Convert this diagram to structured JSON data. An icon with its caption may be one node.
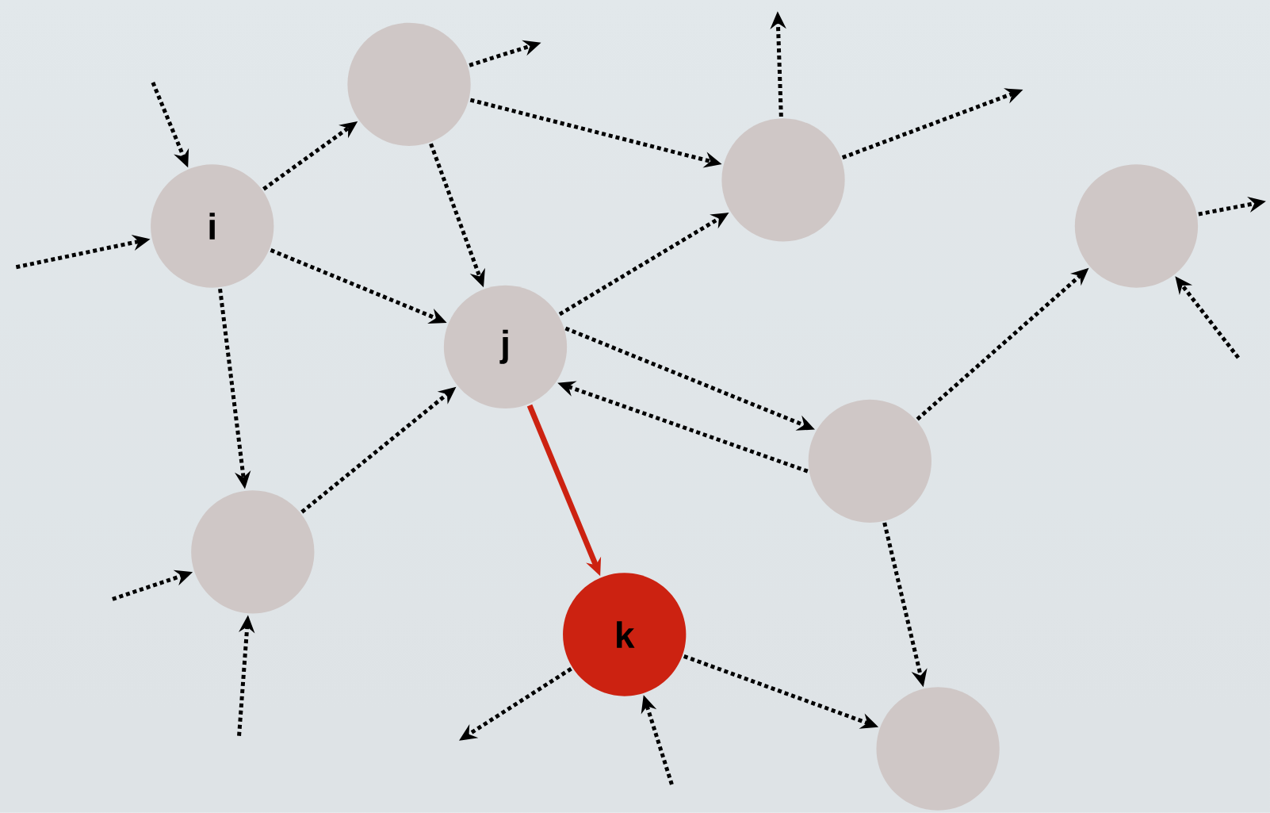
{
  "diagram": {
    "nodes": [
      {
        "text": [],
        "shape": "circle"
      },
      {
        "text": [],
        "shape": "circle"
      },
      {
        "text": [
          "i"
        ]
      },
      {
        "text": [],
        "shape": "circle"
      },
      {
        "text": [
          "j"
        ]
      },
      {
        "text": [],
        "shape": "circle"
      },
      {
        "text": [],
        "shape": "circle"
      },
      {
        "text": [
          "k"
        ]
      },
      {
        "text": [],
        "shape": "circle"
      }
    ],
    "edges": [
      {
        "from": null,
        "to": 2,
        "arrow": "to",
        "style": "dashed"
      },
      {
        "from": null,
        "to": 2,
        "arrow": "to",
        "style": "dashed"
      },
      {
        "from": 2,
        "to": 0,
        "arrow": "to",
        "style": "dashed"
      },
      {
        "from": 2,
        "to": 4,
        "arrow": "to",
        "style": "dashed"
      },
      {
        "from": 2,
        "to": 6,
        "arrow": "to",
        "style": "dashed"
      },
      {
        "from": 0,
        "to": null,
        "arrow": "to",
        "style": "dashed"
      },
      {
        "from": 0,
        "to": 1,
        "arrow": "to",
        "style": "dashed"
      },
      {
        "from": 0,
        "to": 4,
        "arrow": "to",
        "style": "dashed"
      },
      {
        "from": 1,
        "to": null,
        "arrow": "to",
        "style": "dashed"
      },
      {
        "from": 1,
        "to": null,
        "arrow": "to",
        "style": "dashed"
      },
      {
        "from": 4,
        "to": 1,
        "arrow": "to",
        "style": "dashed"
      },
      {
        "from": 4,
        "to": 5,
        "arrow": "to",
        "style": "dashed"
      },
      {
        "from": 5,
        "to": 4,
        "arrow": "to",
        "style": "dashed"
      },
      {
        "from": 5,
        "to": 3,
        "arrow": "to",
        "style": "dashed"
      },
      {
        "from": 3,
        "to": null,
        "arrow": "to",
        "style": "dashed"
      },
      {
        "from": null,
        "to": 3,
        "arrow": "to",
        "style": "dashed"
      },
      {
        "from": 6,
        "to": 4,
        "arrow": "to",
        "style": "dashed"
      },
      {
        "from": null,
        "to": 6,
        "arrow": "to",
        "style": "dashed"
      },
      {
        "from": null,
        "to": 6,
        "arrow": "to",
        "style": "dashed"
      },
      {
        "from": 4,
        "to": 7,
        "arrow": "to",
        "color": "#cc2211"
      },
      {
        "from": 7,
        "to": null,
        "arrow": "to",
        "style": "dashed"
      },
      {
        "from": null,
        "to": 7,
        "arrow": "to",
        "style": "dashed"
      },
      {
        "from": 7,
        "to": 8,
        "arrow": "to",
        "style": "dashed"
      },
      {
        "from": 5,
        "to": 8,
        "arrow": "to",
        "style": "dashed"
      }
    ]
  }
}
